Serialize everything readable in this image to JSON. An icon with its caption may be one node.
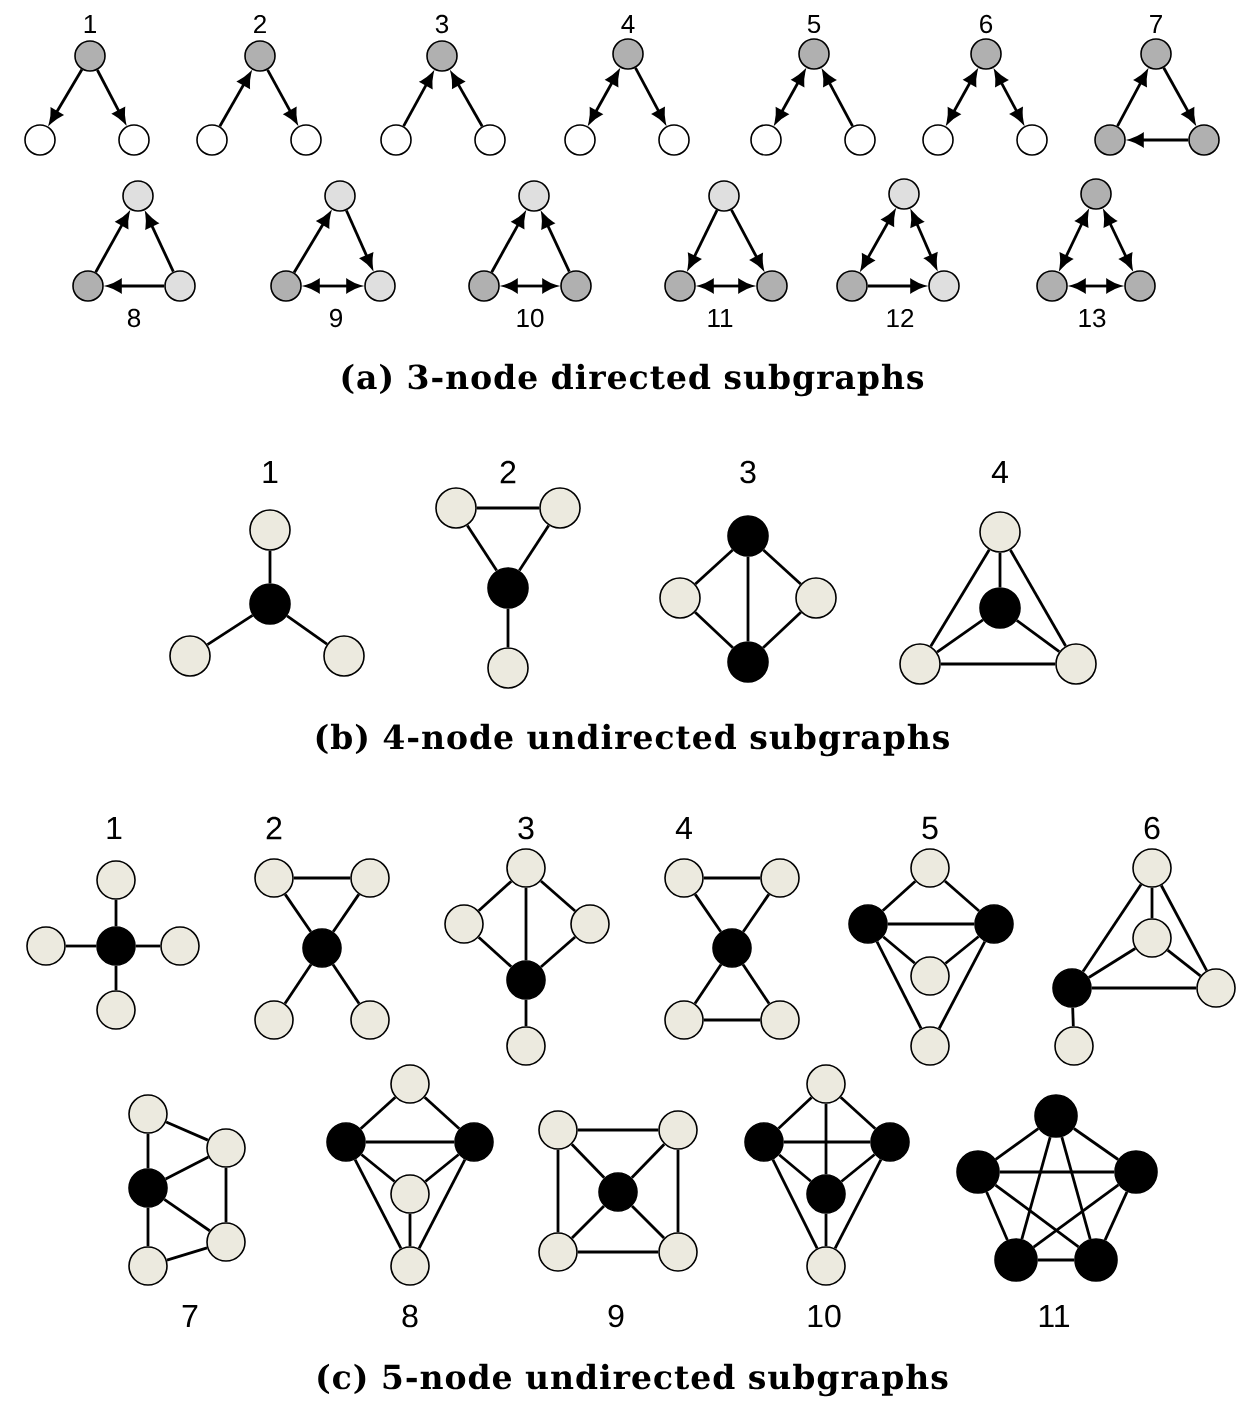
{
  "diagram": {
    "nodes": [
      {
        "text": [],
        "shape": "circle"
      },
      {
        "text": [],
        "shape": "circle"
      },
      {
        "text": [],
        "shape": "circle"
      },
      {
        "text": [],
        "shape": "circle"
      },
      {
        "text": [],
        "shape": "circle"
      },
      {
        "text": [],
        "shape": "circle"
      },
      {
        "text": [],
        "shape": "circle"
      },
      {
        "text": [],
        "shape": "circle"
      },
      {
        "text": [],
        "shape": "circle"
      },
      {
        "text": [],
        "shape": "circle"
      },
      {
        "text": [],
        "shape": "circle"
      },
      {
        "text": [],
        "shape": "circle"
      },
      {
        "text": [],
        "shape": "circle"
      },
      {
        "text": [],
        "shape": "circle"
      },
      {
        "text": [],
        "shape": "circle"
      },
      {
        "text": [],
        "shape": "circle"
      },
      {
        "text": [],
        "shape": "circle"
      },
      {
        "text": [],
        "shape": "circle"
      },
      {
        "text": [],
        "shape": "circle"
      },
      {
        "text": [],
        "shape": "circle"
      },
      {
        "text": [],
        "shape": "circle"
      },
      {
        "text": [],
        "shape": "circle"
      },
      {
        "text": [],
        "shape": "circle"
      },
      {
        "text": [],
        "shape": "circle"
      },
      {
        "text": [],
        "shape": "circle"
      },
      {
        "text": [],
        "shape": "circle"
      },
      {
        "text": [],
        "shape": "circle"
      },
      {
        "text": [],
        "shape": "circle"
      },
      {
        "text": [],
        "shape": "circle"
      },
      {
        "text": [],
        "shape": "circle"
      },
      {
        "text": [],
        "shape": "circle"
      },
      {
        "text": [],
        "shape": "circle"
      },
      {
        "text": [],
        "shape": "circle"
      },
      {
        "text": [],
        "shape": "circle"
      },
      {
        "text": [],
        "shape": "circle"
      },
      {
        "text": [],
        "shape": "circle"
      },
      {
        "text": [],
        "shape": "circle"
      },
      {
        "text": [],
        "shape": "circle"
      },
      {
        "text": [],
        "shape": "circle"
      },
      {
        "text": [],
        "shape": "circle"
      },
      {
        "text": [],
        "shape": "circle"
      },
      {
        "text": [],
        "shape": "circle"
      },
      {
        "text": [],
        "shape": "circle"
      },
      {
        "text": [],
        "shape": "circle"
      },
      {
        "text": [],
        "shape": "circle"
      },
      {
        "text": [],
        "shape": "circle"
      },
      {
        "text": [],
        "shape": "circle"
      },
      {
        "text": [],
        "shape": "circle"
      },
      {
        "text": [],
        "shape": "circle"
      },
      {
        "text": [],
        "shape": "circle"
      },
      {
        "text": [],
        "shape": "circle"
      },
      {
        "text": [],
        "shape": "circle"
      },
      {
        "text": [],
        "shape": "circle"
      },
      {
        "text": [],
        "shape": "circle"
      },
      {
        "text": [],
        "shape": "circle"
      },
      {
        "text": [],
        "shape": "circle"
      },
      {
        "text": [],
        "shape": "circle"
      },
      {
        "text": [],
        "shape": "circle"
      },
      {
        "text": [],
        "shape": "circle"
      },
      {
        "text": [],
        "shape": "circle"
      },
      {
        "text": [],
        "shape": "circle"
      },
      {
        "text": [],
        "shape": "circle"
      },
      {
        "text": [],
        "shape": "circle"
      },
      {
        "text": [],
        "shape": "circle"
      },
      {
        "text": [],
        "shape": "circle"
      },
      {
        "text": [],
        "shape": "circle"
      },
      {
        "text": [],
        "shape": "circle"
      },
      {
        "text": [],
        "shape": "circle"
      },
      {
        "text": [],
        "shape": "circle"
      },
      {
        "text": [],
        "shape": "circle"
      },
      {
        "text": [],
        "shape": "circle"
      },
      {
        "text": [],
        "shape": "circle"
      },
      {
        "text": [],
        "shape": "circle"
      },
      {
        "text": [],
        "shape": "circle"
      },
      {
        "text": [],
        "shape": "circle"
      },
      {
        "text": [],
        "shape": "circle"
      },
      {
        "text": [],
        "shape": "circle"
      },
      {
        "text": [],
        "shape": "circle"
      },
      {
        "text": [],
        "shape": "circle"
      },
      {
        "text": [],
        "shape": "circle"
      },
      {
        "text": [],
        "shape": "circle"
      },
      {
        "text": [],
        "shape": "circle"
      },
      {
        "text": [],
        "shape": "circle"
      },
      {
        "text": [],
        "shape": "circle"
      },
      {
        "text": [],
        "shape": "circle"
      },
      {
        "text": [],
        "shape": "circle"
      },
      {
        "text": [],
        "shape": "circle"
      },
      {
        "text": [],
        "shape": "circle"
      },
      {
        "text": [],
        "shape": "circle"
      },
      {
        "text": [],
        "shape": "circle"
      },
      {
        "text": [],
        "shape": "circle"
      },
      {
        "text": [],
        "shape": "circle"
      },
      {
        "text": [],
        "shape": "circle"
      },
      {
        "text": [],
        "shape": "circle"
      },
      {
        "text": [],
        "shape": "circle"
      },
      {
        "text": [],
        "shape": "circle"
      },
      {
        "text": [],
        "shape": "circle"
      },
      {
        "text": [],
        "shape": "circle"
      },
      {
        "text": [],
        "shape": "circle"
      },
      {
        "text": [],
        "shape": "circle"
      },
      {
        "text": [],
        "shape": "circle"
      },
      {
        "text": [],
        "shape": "circle"
      },
      {
        "text": [],
        "shape": "circle"
      },
      {
        "text": [],
        "shape": "circle"
      },
      {
        "text": [],
        "shape": "circle"
      },
      {
        "text": [],
        "shape": "circle"
      },
      {
        "text": [],
        "shape": "circle"
      },
      {
        "text": [],
        "shape": "circle"
      },
      {
        "text": [],
        "shape": "circle"
      },
      {
        "text": [],
        "shape": "circle"
      }
    ],
    "edges": [
      {
        "from": 0,
        "to": 1,
        "arrow": "to"
      },
      {
        "from": 0,
        "to": 2,
        "arrow": "to"
      },
      {
        "from": 4,
        "to": 3,
        "arrow": "to"
      },
      {
        "from": 3,
        "to": 5,
        "arrow": "to"
      },
      {
        "from": 7,
        "to": 6,
        "arrow": "to"
      },
      {
        "from": 8,
        "to": 6,
        "arrow": "to"
      },
      {
        "from": 9,
        "to": 10,
        "arrow": "both"
      },
      {
        "from": 9,
        "to": 11,
        "arrow": "to"
      },
      {
        "from": 12,
        "to": 13,
        "arrow": "both"
      },
      {
        "from": 14,
        "to": 12,
        "arrow": "to"
      },
      {
        "from": 15,
        "to": 16,
        "arrow": "both"
      },
      {
        "from": 15,
        "to": 17,
        "arrow": "both"
      },
      {
        "from": 19,
        "to": 18,
        "arrow": "to"
      },
      {
        "from": 18,
        "to": 20,
        "arrow": "to"
      },
      {
        "from": 20,
        "to": 19,
        "arrow": "to"
      },
      {
        "from": 22,
        "to": 21,
        "arrow": "to"
      },
      {
        "from": 23,
        "to": 21,
        "arrow": "to"
      },
      {
        "from": 23,
        "to": 22,
        "arrow": "to"
      },
      {
        "from": 25,
        "to": 24,
        "arrow": "to"
      },
      {
        "from": 24,
        "to": 26,
        "arrow": "to"
      },
      {
        "from": 25,
        "to": 26,
        "arrow": "both"
      },
      {
        "from": 28,
        "to": 27,
        "arrow": "to"
      },
      {
        "from": 29,
        "to": 27,
        "arrow": "to"
      },
      {
        "from": 28,
        "to": 29,
        "arrow": "both"
      },
      {
        "from": 30,
        "to": 31,
        "arrow": "to"
      },
      {
        "from": 30,
        "to": 32,
        "arrow": "to"
      },
      {
        "from": 31,
        "to": 32,
        "arrow": "both"
      },
      {
        "from": 33,
        "to": 34,
        "arrow": "both"
      },
      {
        "from": 33,
        "to": 35,
        "arrow": "both"
      },
      {
        "from": 34,
        "to": 35,
        "arrow": "to"
      },
      {
        "from": 36,
        "to": 37,
        "arrow": "both"
      },
      {
        "from": 36,
        "to": 38,
        "arrow": "both"
      },
      {
        "from": 37,
        "to": 38,
        "arrow": "both"
      },
      {
        "from": 40,
        "to": 39,
        "arrow": "none"
      },
      {
        "from": 40,
        "to": 41,
        "arrow": "none"
      },
      {
        "from": 40,
        "to": 42,
        "arrow": "none"
      },
      {
        "from": 43,
        "to": 44,
        "arrow": "none"
      },
      {
        "from": 43,
        "to": 45,
        "arrow": "none"
      },
      {
        "from": 44,
        "to": 45,
        "arrow": "none"
      },
      {
        "from": 45,
        "to": 46,
        "arrow": "none"
      },
      {
        "from": 47,
        "to": 48,
        "arrow": "none"
      },
      {
        "from": 47,
        "to": 49,
        "arrow": "none"
      },
      {
        "from": 47,
        "to": 50,
        "arrow": "none"
      },
      {
        "from": 48,
        "to": 50,
        "arrow": "none"
      },
      {
        "from": 49,
        "to": 50,
        "arrow": "none"
      },
      {
        "from": 51,
        "to": 52,
        "arrow": "none"
      },
      {
        "from": 51,
        "to": 53,
        "arrow": "none"
      },
      {
        "from": 51,
        "to": 54,
        "arrow": "none"
      },
      {
        "from": 52,
        "to": 53,
        "arrow": "none"
      },
      {
        "from": 52,
        "to": 54,
        "arrow": "none"
      },
      {
        "from": 53,
        "to": 54,
        "arrow": "none"
      },
      {
        "from": 57,
        "to": 55,
        "arrow": "none"
      },
      {
        "from": 57,
        "to": 56,
        "arrow": "none"
      },
      {
        "from": 57,
        "to": 58,
        "arrow": "none"
      },
      {
        "from": 57,
        "to": 59,
        "arrow": "none"
      },
      {
        "from": 60,
        "to": 61,
        "arrow": "none"
      },
      {
        "from": 60,
        "to": 62,
        "arrow": "none"
      },
      {
        "from": 61,
        "to": 62,
        "arrow": "none"
      },
      {
        "from": 62,
        "to": 63,
        "arrow": "none"
      },
      {
        "from": 62,
        "to": 64,
        "arrow": "none"
      },
      {
        "from": 65,
        "to": 66,
        "arrow": "none"
      },
      {
        "from": 65,
        "to": 67,
        "arrow": "none"
      },
      {
        "from": 65,
        "to": 68,
        "arrow": "none"
      },
      {
        "from": 66,
        "to": 68,
        "arrow": "none"
      },
      {
        "from": 67,
        "to": 68,
        "arrow": "none"
      },
      {
        "from": 68,
        "to": 69,
        "arrow": "none"
      },
      {
        "from": 70,
        "to": 71,
        "arrow": "none"
      },
      {
        "from": 70,
        "to": 72,
        "arrow": "none"
      },
      {
        "from": 71,
        "to": 72,
        "arrow": "none"
      },
      {
        "from": 72,
        "to": 73,
        "arrow": "none"
      },
      {
        "from": 72,
        "to": 74,
        "arrow": "none"
      },
      {
        "from": 73,
        "to": 74,
        "arrow": "none"
      },
      {
        "from": 75,
        "to": 76,
        "arrow": "none"
      },
      {
        "from": 75,
        "to": 77,
        "arrow": "none"
      },
      {
        "from": 76,
        "to": 77,
        "arrow": "none"
      },
      {
        "from": 76,
        "to": 78,
        "arrow": "none"
      },
      {
        "from": 77,
        "to": 78,
        "arrow": "none"
      },
      {
        "from": 76,
        "to": 79,
        "arrow": "none"
      },
      {
        "from": 77,
        "to": 79,
        "arrow": "none"
      },
      {
        "from": 80,
        "to": 81,
        "arrow": "none"
      },
      {
        "from": 80,
        "to": 82,
        "arrow": "none"
      },
      {
        "from": 80,
        "to": 83,
        "arrow": "none"
      },
      {
        "from": 81,
        "to": 82,
        "arrow": "none"
      },
      {
        "from": 81,
        "to": 83,
        "arrow": "none"
      },
      {
        "from": 82,
        "to": 83,
        "arrow": "none"
      },
      {
        "from": 82,
        "to": 84,
        "arrow": "none"
      },
      {
        "from": 85,
        "to": 86,
        "arrow": "none"
      },
      {
        "from": 85,
        "to": 87,
        "arrow": "none"
      },
      {
        "from": 86,
        "to": 87,
        "arrow": "none"
      },
      {
        "from": 86,
        "to": 88,
        "arrow": "none"
      },
      {
        "from": 87,
        "to": 88,
        "arrow": "none"
      },
      {
        "from": 87,
        "to": 89,
        "arrow": "none"
      },
      {
        "from": 88,
        "to": 89,
        "arrow": "none"
      },
      {
        "from": 90,
        "to": 91,
        "arrow": "none"
      },
      {
        "from": 90,
        "to": 92,
        "arrow": "none"
      },
      {
        "from": 91,
        "to": 92,
        "arrow": "none"
      },
      {
        "from": 91,
        "to": 93,
        "arrow": "none"
      },
      {
        "from": 92,
        "to": 93,
        "arrow": "none"
      },
      {
        "from": 93,
        "to": 94,
        "arrow": "none"
      },
      {
        "from": 91,
        "to": 94,
        "arrow": "none"
      },
      {
        "from": 92,
        "to": 94,
        "arrow": "none"
      },
      {
        "from": 95,
        "to": 96,
        "arrow": "none"
      },
      {
        "from": 95,
        "to": 97,
        "arrow": "none"
      },
      {
        "from": 96,
        "to": 97,
        "arrow": "none"
      },
      {
        "from": 95,
        "to": 98,
        "arrow": "none"
      },
      {
        "from": 96,
        "to": 99,
        "arrow": "none"
      },
      {
        "from": 97,
        "to": 98,
        "arrow": "none"
      },
      {
        "from": 97,
        "to": 99,
        "arrow": "none"
      },
      {
        "from": 98,
        "to": 99,
        "arrow": "none"
      },
      {
        "from": 100,
        "to": 101,
        "arrow": "none"
      },
      {
        "from": 100,
        "to": 102,
        "arrow": "none"
      },
      {
        "from": 100,
        "to": 103,
        "arrow": "none"
      },
      {
        "from": 101,
        "to": 102,
        "arrow": "none"
      },
      {
        "from": 101,
        "to": 103,
        "arrow": "none"
      },
      {
        "from": 102,
        "to": 103,
        "arrow": "none"
      },
      {
        "from": 101,
        "to": 104,
        "arrow": "none"
      },
      {
        "from": 102,
        "to": 104,
        "arrow": "none"
      },
      {
        "from": 103,
        "to": 104,
        "arrow": "none"
      },
      {
        "from": 105,
        "to": 106,
        "arrow": "none"
      },
      {
        "from": 105,
        "to": 107,
        "arrow": "none"
      },
      {
        "from": 105,
        "to": 108,
        "arrow": "none"
      },
      {
        "from": 105,
        "to": 109,
        "arrow": "none"
      },
      {
        "from": 106,
        "to": 107,
        "arrow": "none"
      },
      {
        "from": 106,
        "to": 108,
        "arrow": "none"
      },
      {
        "from": 106,
        "to": 109,
        "arrow": "none"
      },
      {
        "from": 107,
        "to": 108,
        "arrow": "none"
      },
      {
        "from": 107,
        "to": 109,
        "arrow": "none"
      },
      {
        "from": 108,
        "to": 109,
        "arrow": "none"
      }
    ],
    "labels": [
      "1",
      "2",
      "3",
      "4",
      "5",
      "6",
      "7",
      "8",
      "9",
      "10",
      "11",
      "12",
      "13",
      "(a) 3-node directed subgraphs",
      "1",
      "2",
      "3",
      "4",
      "(b) 4-node undirected subgraphs",
      "1",
      "2",
      "3",
      "4",
      "5",
      "6",
      "7",
      "8",
      "9",
      "10",
      "11",
      "(c) 5-node undirected subgraphs"
    ]
  }
}
